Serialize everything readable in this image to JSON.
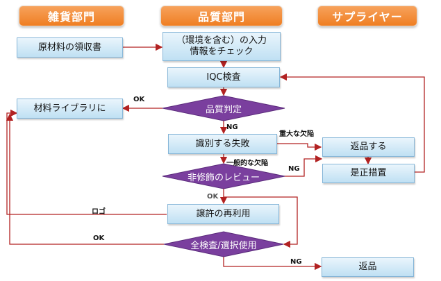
{
  "lanes": {
    "misc": "雑貨部門",
    "quality": "品質部門",
    "supplier": "サプライヤー"
  },
  "nodes": {
    "receipt": "原材料の領収書",
    "info_check_line1": "（環境を含む）の入力",
    "info_check_line2": "情報をチェック",
    "iqc": "IQC検査",
    "quality_judgment": "品質判定",
    "material_library": "材料ライブラリに",
    "identify_failure": "識別する失敗",
    "mrb_review": "非修飾のレビュー",
    "concession": "譲許の再利用",
    "full_inspection": "全検査/選択使用",
    "return_supplier": "返品する",
    "corrective_action": "是正措置",
    "return_final": "返品"
  },
  "edge_labels": {
    "ok_top": "OK",
    "ng_judgment": "NG",
    "major_defect": "重大な欠陥",
    "general_defect": "一般的な欠陥",
    "ng_review": "NG",
    "ok_review": "OK",
    "logo": "ロゴ",
    "ok_bottom": "OK",
    "ng_final": "NG"
  },
  "colors": {
    "lane_header": "#ef7e22",
    "box_fill": "#bfe0f3",
    "box_border": "#86b6d8",
    "diamond_fill": "#7a3f9e",
    "connector": "#b22222"
  }
}
